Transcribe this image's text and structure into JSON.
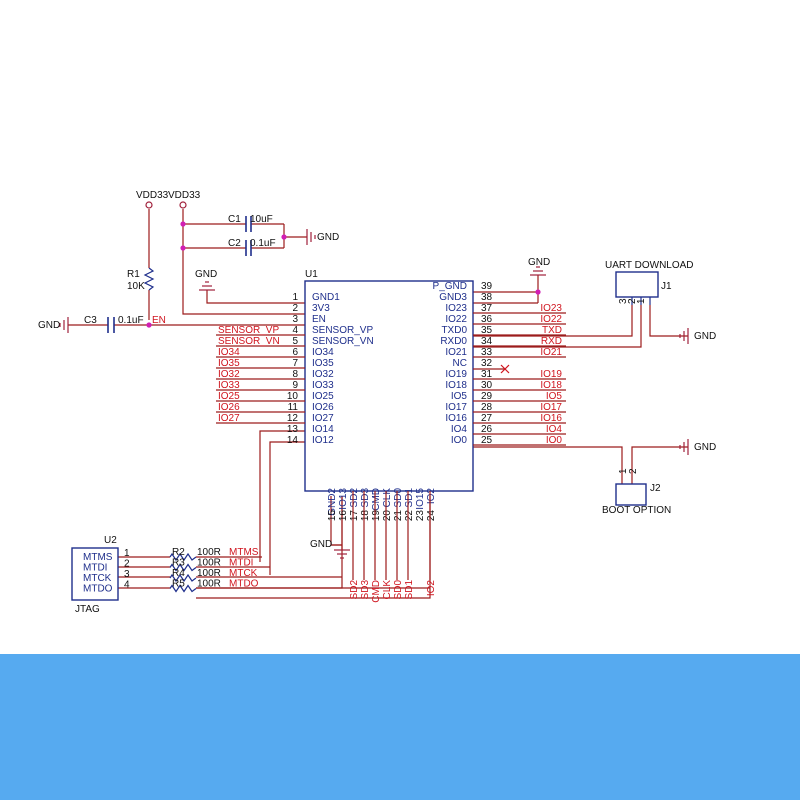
{
  "colors": {
    "wire": "#9c1c1c",
    "part": "#1f2f8c",
    "net_label": "#d0151f",
    "junction": "#d11fb4",
    "power": "#a0203b",
    "text": "#111111",
    "band": "#56aaf0"
  },
  "power_labels": {
    "vdd33_a": "VDD33",
    "vdd33_b": "VDD33",
    "gnd_c1": "GND",
    "gnd_top": "GND",
    "gnd_pgnd": "GND",
    "gnd_c3": "GND",
    "gnd_j1": "GND",
    "gnd_j2": "GND",
    "gnd_bottom": "GND"
  },
  "components": {
    "u1": "U1",
    "u2": "U2",
    "j1": "J1",
    "j2": "J2",
    "r1_ref": "R1",
    "r1_val": "10K",
    "c1_ref": "C1",
    "c1_val": "10uF",
    "c2_ref": "C2",
    "c2_val": "0.1uF",
    "c3_ref": "C3",
    "c3_val": "0.1uF",
    "en_net": "EN",
    "uart_title": "UART DOWNLOAD",
    "boot_title": "BOOT OPTION",
    "jtag_title": "JTAG",
    "j1_pins": [
      "3",
      "2",
      "1"
    ],
    "j2_pins": [
      "1",
      "2"
    ]
  },
  "u1_left_pins": [
    {
      "num": "1",
      "name": "GND1",
      "net": ""
    },
    {
      "num": "2",
      "name": "3V3",
      "net": ""
    },
    {
      "num": "3",
      "name": "EN",
      "net": ""
    },
    {
      "num": "4",
      "name": "SENSOR_VP",
      "net": "SENSOR_VP"
    },
    {
      "num": "5",
      "name": "SENSOR_VN",
      "net": "SENSOR_VN"
    },
    {
      "num": "6",
      "name": "IO34",
      "net": "IO34"
    },
    {
      "num": "7",
      "name": "IO35",
      "net": "IO35"
    },
    {
      "num": "8",
      "name": "IO32",
      "net": "IO32"
    },
    {
      "num": "9",
      "name": "IO33",
      "net": "IO33"
    },
    {
      "num": "10",
      "name": "IO25",
      "net": "IO25"
    },
    {
      "num": "11",
      "name": "IO26",
      "net": "IO26"
    },
    {
      "num": "12",
      "name": "IO27",
      "net": "IO27"
    },
    {
      "num": "13",
      "name": "IO14",
      "net": ""
    },
    {
      "num": "14",
      "name": "IO12",
      "net": ""
    }
  ],
  "u1_right_pins": [
    {
      "num": "39",
      "name": "P_GND",
      "net": ""
    },
    {
      "num": "38",
      "name": "GND3",
      "net": ""
    },
    {
      "num": "37",
      "name": "IO23",
      "net": "IO23"
    },
    {
      "num": "36",
      "name": "IO22",
      "net": "IO22"
    },
    {
      "num": "35",
      "name": "TXD0",
      "net": "TXD"
    },
    {
      "num": "34",
      "name": "RXD0",
      "net": "RXD"
    },
    {
      "num": "33",
      "name": "IO21",
      "net": "IO21"
    },
    {
      "num": "32",
      "name": "NC",
      "net": ""
    },
    {
      "num": "31",
      "name": "IO19",
      "net": "IO19"
    },
    {
      "num": "30",
      "name": "IO18",
      "net": "IO18"
    },
    {
      "num": "29",
      "name": "IO5",
      "net": "IO5"
    },
    {
      "num": "28",
      "name": "IO17",
      "net": "IO17"
    },
    {
      "num": "27",
      "name": "IO16",
      "net": "IO16"
    },
    {
      "num": "26",
      "name": "IO4",
      "net": "IO4"
    },
    {
      "num": "25",
      "name": "IO0",
      "net": "IO0"
    }
  ],
  "u1_bottom_pins": [
    {
      "num": "15",
      "name": "GND2",
      "net": ""
    },
    {
      "num": "16",
      "name": "IO13",
      "net": ""
    },
    {
      "num": "17",
      "name": "SD2",
      "net": "SD2"
    },
    {
      "num": "18",
      "name": "SD3",
      "net": "SD3"
    },
    {
      "num": "19",
      "name": "CMD",
      "net": "CMD"
    },
    {
      "num": "20",
      "name": "CLK",
      "net": "CLK"
    },
    {
      "num": "21",
      "name": "SD0",
      "net": "SD0"
    },
    {
      "num": "22",
      "name": "SD1",
      "net": "SD1"
    },
    {
      "num": "23",
      "name": "IO15",
      "net": ""
    },
    {
      "num": "24",
      "name": "IO2",
      "net": "IO2"
    }
  ],
  "jtag_pins": [
    {
      "num": "1",
      "name": "MTMS",
      "res": "R2",
      "val": "100R",
      "net": "MTMS"
    },
    {
      "num": "2",
      "name": "MTDI",
      "res": "R3",
      "val": "100R",
      "net": "MTDI"
    },
    {
      "num": "3",
      "name": "MTCK",
      "res": "R4",
      "val": "100R",
      "net": "MTCK"
    },
    {
      "num": "4",
      "name": "MTDO",
      "res": "R5",
      "val": "100R",
      "net": "MTDO"
    }
  ]
}
